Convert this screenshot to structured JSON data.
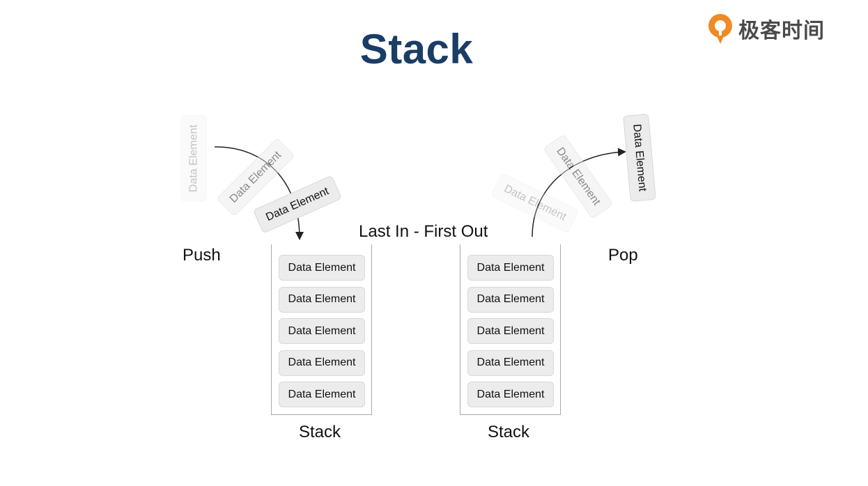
{
  "title": "Stack",
  "logo": {
    "text": "极客时间",
    "icon": "geektime-logo-icon",
    "accent": "#f08a24"
  },
  "labels": {
    "push": "Push",
    "pop": "Pop",
    "lifo": "Last In - First Out",
    "left_stack": "Stack",
    "right_stack": "Stack"
  },
  "element_label": "Data Element",
  "left_stack_items": [
    "Data Element",
    "Data Element",
    "Data Element",
    "Data Element",
    "Data Element"
  ],
  "right_stack_items": [
    "Data Element",
    "Data Element",
    "Data Element",
    "Data Element",
    "Data Element"
  ],
  "push_elements": [
    "Data Element",
    "Data Element",
    "Data Element"
  ],
  "pop_elements": [
    "Data Element",
    "Data Element",
    "Data Element"
  ],
  "colors": {
    "title": "#1a3d66",
    "element_bg": "#ececec",
    "border": "#a8a8a8"
  }
}
